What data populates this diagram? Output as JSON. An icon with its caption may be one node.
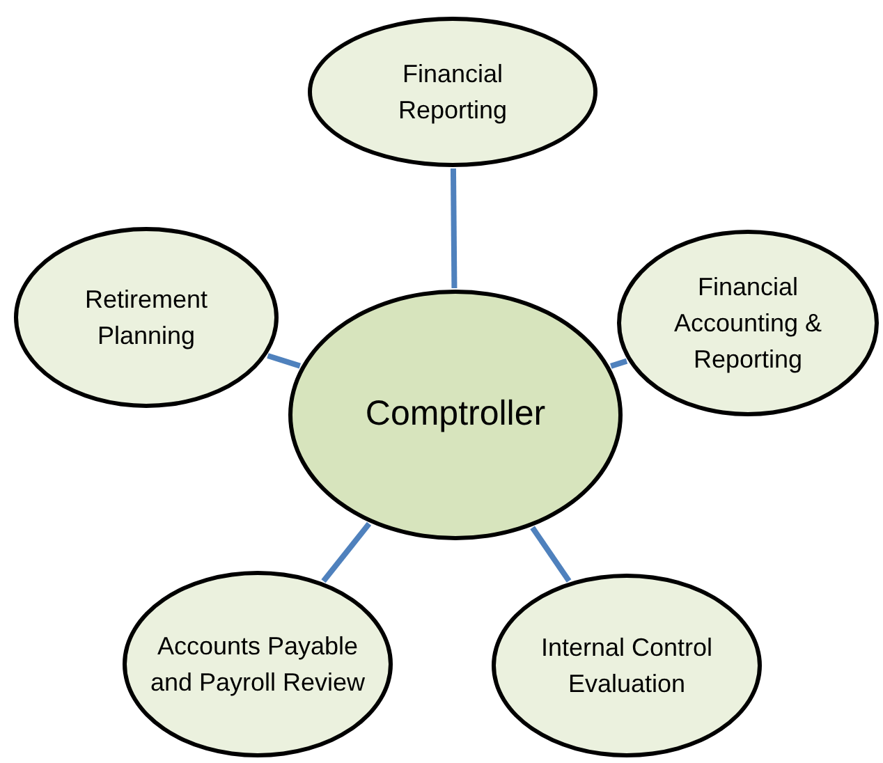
{
  "diagram": {
    "nodes": [
      {
        "text": [
          "Financial Reporting"
        ]
      },
      {
        "text": [
          "Retirement Planning"
        ]
      },
      {
        "text": [
          "Financial Accounting & Reporting"
        ]
      },
      {
        "text": [
          "Comptroller"
        ]
      },
      {
        "text": [
          "Accounts Payable and Payroll Review"
        ]
      },
      {
        "text": [
          "Internal Control Evaluation"
        ]
      }
    ],
    "edges": [
      {
        "from": 3,
        "to": 0,
        "arrow": "none"
      },
      {
        "from": 3,
        "to": 1,
        "arrow": "none"
      },
      {
        "from": 3,
        "to": 2,
        "arrow": "none"
      },
      {
        "from": 3,
        "to": 4,
        "arrow": "none"
      },
      {
        "from": 3,
        "to": 5,
        "arrow": "none"
      }
    ]
  }
}
